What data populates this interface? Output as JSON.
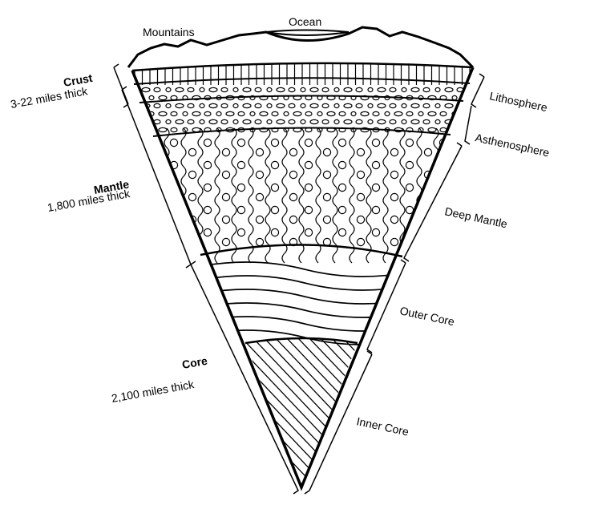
{
  "diagram": {
    "surface_labels": {
      "mountains": "Mountains",
      "ocean": "Ocean"
    },
    "left_labels": {
      "crust_title": "Crust",
      "crust_thickness": "3-22 miles thick",
      "mantle_title": "Mantle",
      "mantle_thickness": "1,800 miles thick",
      "core_title": "Core",
      "core_thickness": "2,100 miles thick"
    },
    "right_labels": {
      "lithosphere": "Lithosphere",
      "asthenosphere": "Asthenosphere",
      "deep_mantle": "Deep Mantle",
      "outer_core": "Outer Core",
      "inner_core": "Inner Core"
    },
    "colors": {
      "ink": "#000000",
      "paper": "#ffffff"
    }
  }
}
